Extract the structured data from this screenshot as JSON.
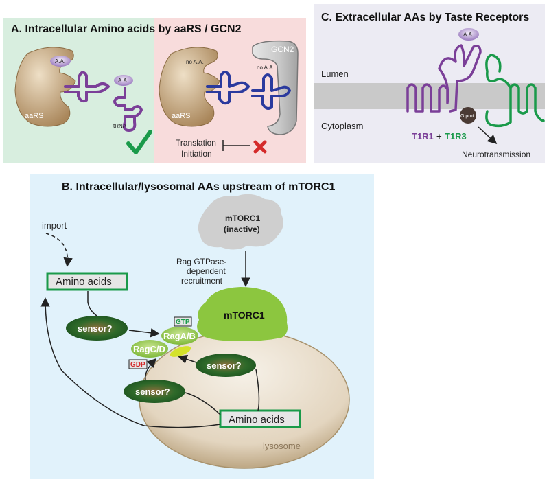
{
  "panel_a": {
    "title": "A. Intracellular Amino acids by aaRS / GCN2",
    "aa_label": "A.A.",
    "aars_label": "aaRS",
    "trna_label": "tRNA",
    "no_aa_label": "no A.A.",
    "gcn2_label": "GCN2",
    "translation_line1": "Translation",
    "translation_line2": "Initiation",
    "colors": {
      "charged_bg": "#d8eedf",
      "uncharged_bg": "#f8dcdc",
      "trna_charged": "#7b3f98",
      "trna_uncharged": "#2b3a9e"
    }
  },
  "panel_c": {
    "title": "C. Extracellular AAs by Taste Receptors",
    "aa_label": "A.A.",
    "lumen": "Lumen",
    "cytoplasm": "Cytoplasm",
    "g_prot": "G prot",
    "t1r1": "T1R1",
    "plus": "+",
    "t1r3": "T1R3",
    "neurotransmission": "Neurotransmission",
    "colors": {
      "bg": "#ecebf3",
      "membrane": "#c9c9c9",
      "t1r1": "#7b3f98",
      "t1r3": "#1a9a4a"
    }
  },
  "panel_b": {
    "title": "B. Intracellular/lysosomal AAs upstream of mTORC1",
    "import": "import",
    "amino_acids_top": "Amino acids",
    "mtorc1_inactive_line1": "mTORC1",
    "mtorc1_inactive_line2": "(inactive)",
    "recruit_line1": "Rag GTPase-",
    "recruit_line2": "dependent",
    "recruit_line3": "recruitment",
    "mtorc1_active": "mTORC1",
    "gtp": "GTP",
    "gdp": "GDP",
    "raga": "RagA/B",
    "ragc": "RagC/D",
    "sensor": "sensor?",
    "amino_acids_lys": "Amino acids",
    "lysosome": "lysosome",
    "colors": {
      "bg": "#e1f2fb",
      "mtorc1_active": "#8cc63f",
      "sensor": "#1f6b2a",
      "box_border": "#1a9a4a"
    }
  }
}
